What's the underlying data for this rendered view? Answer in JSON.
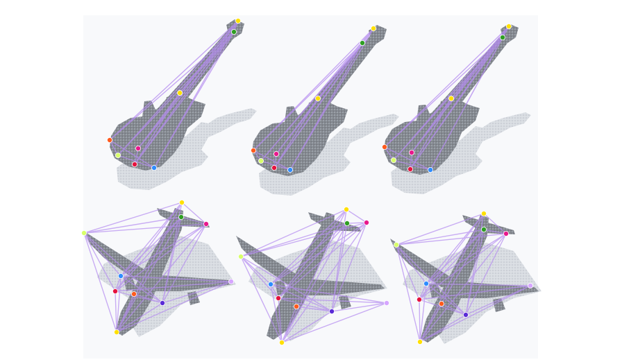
{
  "figure": {
    "background": "#ffffff",
    "panel_background": "#f8f9fb",
    "rows": [
      {
        "object": "guitar",
        "panels": 3
      },
      {
        "object": "airplane",
        "panels": 3
      }
    ]
  },
  "colors": {
    "points": "#7e8289",
    "points_dark": "#5e6168",
    "shadow": "#c4c9d1",
    "lines": "#b58cf0",
    "keypoints": [
      "#ffe000",
      "#2e9e22",
      "#d8ff6a",
      "#ff5a1e",
      "#e8188c",
      "#e5133f",
      "#2f8cff",
      "#5a2bd6"
    ]
  }
}
